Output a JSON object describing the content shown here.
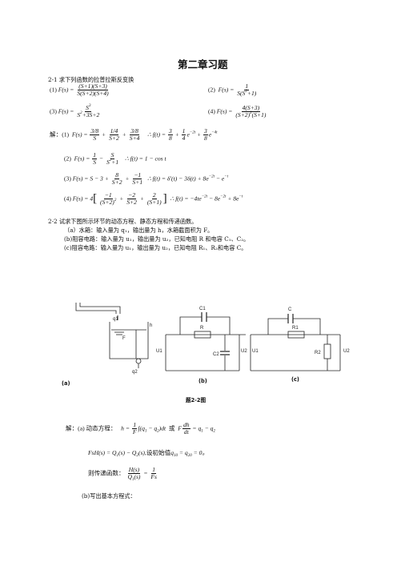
{
  "page": {
    "title": "第二章习题",
    "problem_1": {
      "label": "2-1",
      "statement": "求下列函数的拉普拉斯反变换",
      "items": [
        "(1)",
        "(2)",
        "(3)",
        "(4)"
      ],
      "solution_label": "解：",
      "solution_items": [
        "(1)",
        "(2)",
        "(3)",
        "(4)"
      ]
    },
    "problem_2": {
      "label": "2-2",
      "statement": "试求下图所示环节的动态方程、静态方程和传递函数。",
      "a": "（a）水箱：输入量为 q₁，输出量为 h，水箱截面积为 F。",
      "b": "(b)阻容电路：输入量为 u₁，输出量为 u₂，已知电阻 R 和电容 C₁、C₂。",
      "c": "(c)阻容电路：输入量为 u₁，输出量为 u₂，已知电阻 R₁、R₂和电容 C。",
      "figure_caption": "题2-2图",
      "fig_labels": {
        "a": "(a)",
        "b": "(b)",
        "c": "(c)"
      },
      "solution_label": "解：(a)  动态方程：",
      "or": "或",
      "initial_text": ",设初始值",
      "tf_text": "则传递函数：",
      "b_text": "(b)写出基本方程式："
    },
    "circuit_labels": {
      "q1": "q1",
      "q2": "q2",
      "h": "h",
      "F": "F",
      "C1": "C1",
      "R": "R",
      "U1": "U1",
      "C2": "C2",
      "U2": "U2",
      "C": "C",
      "R1": "R1",
      "R2": "R2"
    }
  }
}
